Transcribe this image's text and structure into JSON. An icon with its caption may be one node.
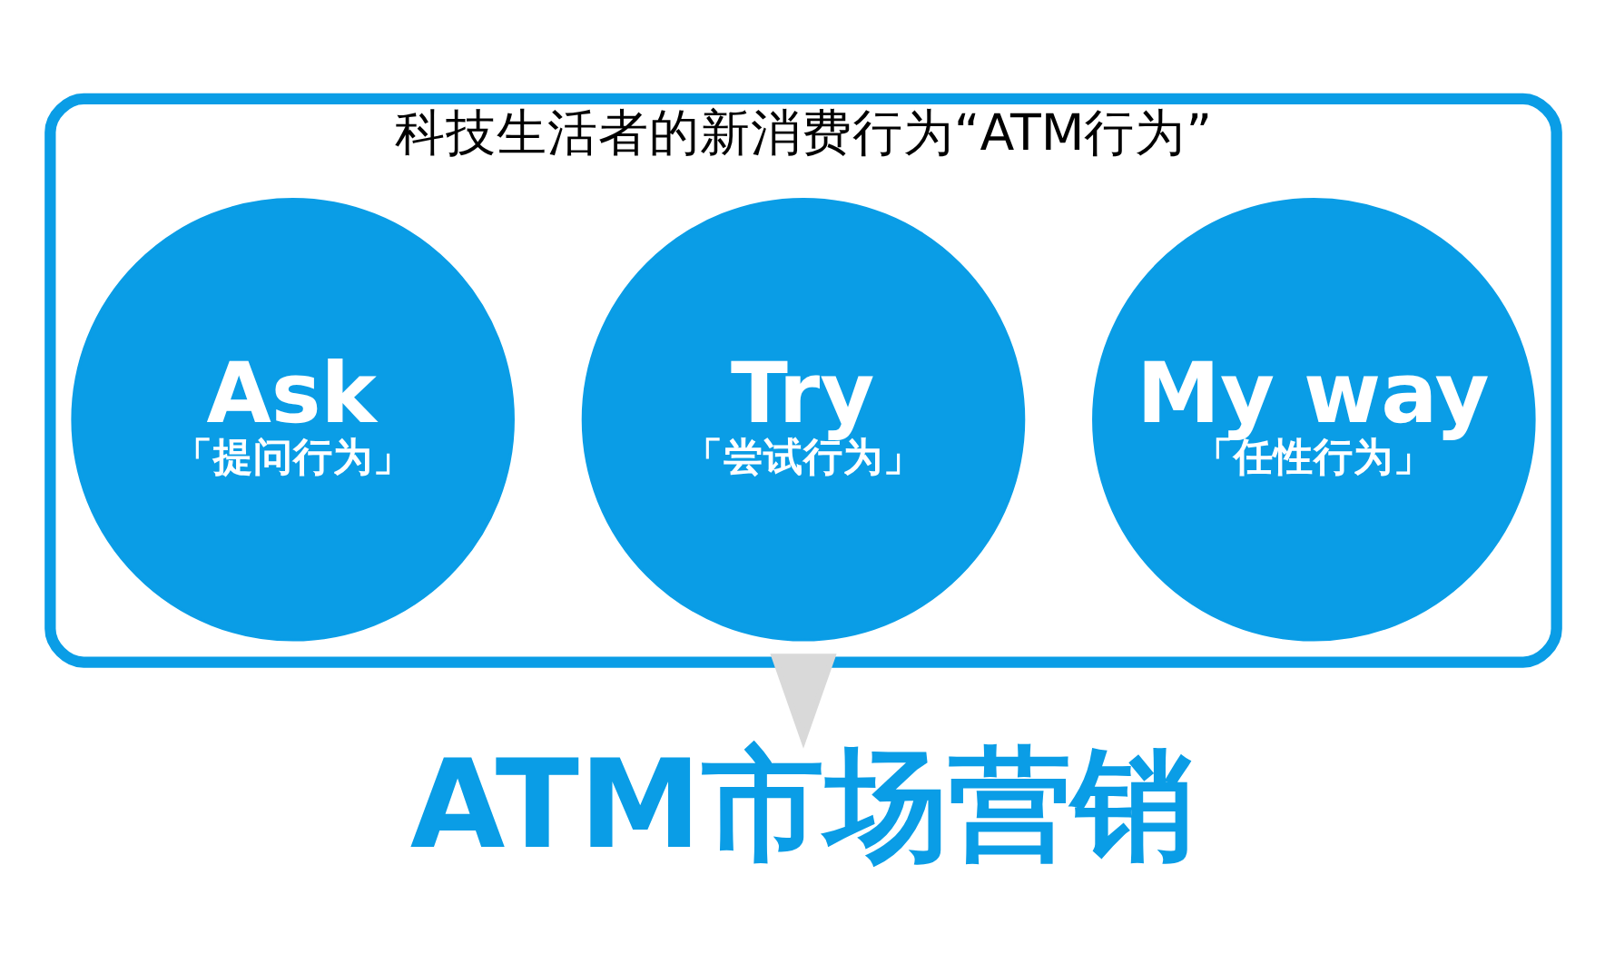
{
  "diagram": {
    "nodes": [
      {
        "text": [
          "科技生活者的新消费行为“ATM行为”"
        ]
      },
      {
        "text": [
          "Ask",
          "「提问行为」"
        ],
        "in": 0
      },
      {
        "text": [
          "Try",
          "「尝试行为」"
        ],
        "in": 0
      },
      {
        "text": [
          "My way",
          "「任性行为」"
        ],
        "in": 0
      },
      {
        "text": [
          "ATM市场营销"
        ]
      }
    ],
    "edges": [
      {
        "from": 0,
        "to": 4,
        "arrow": "to",
        "color": "#d9d9d9"
      }
    ]
  }
}
